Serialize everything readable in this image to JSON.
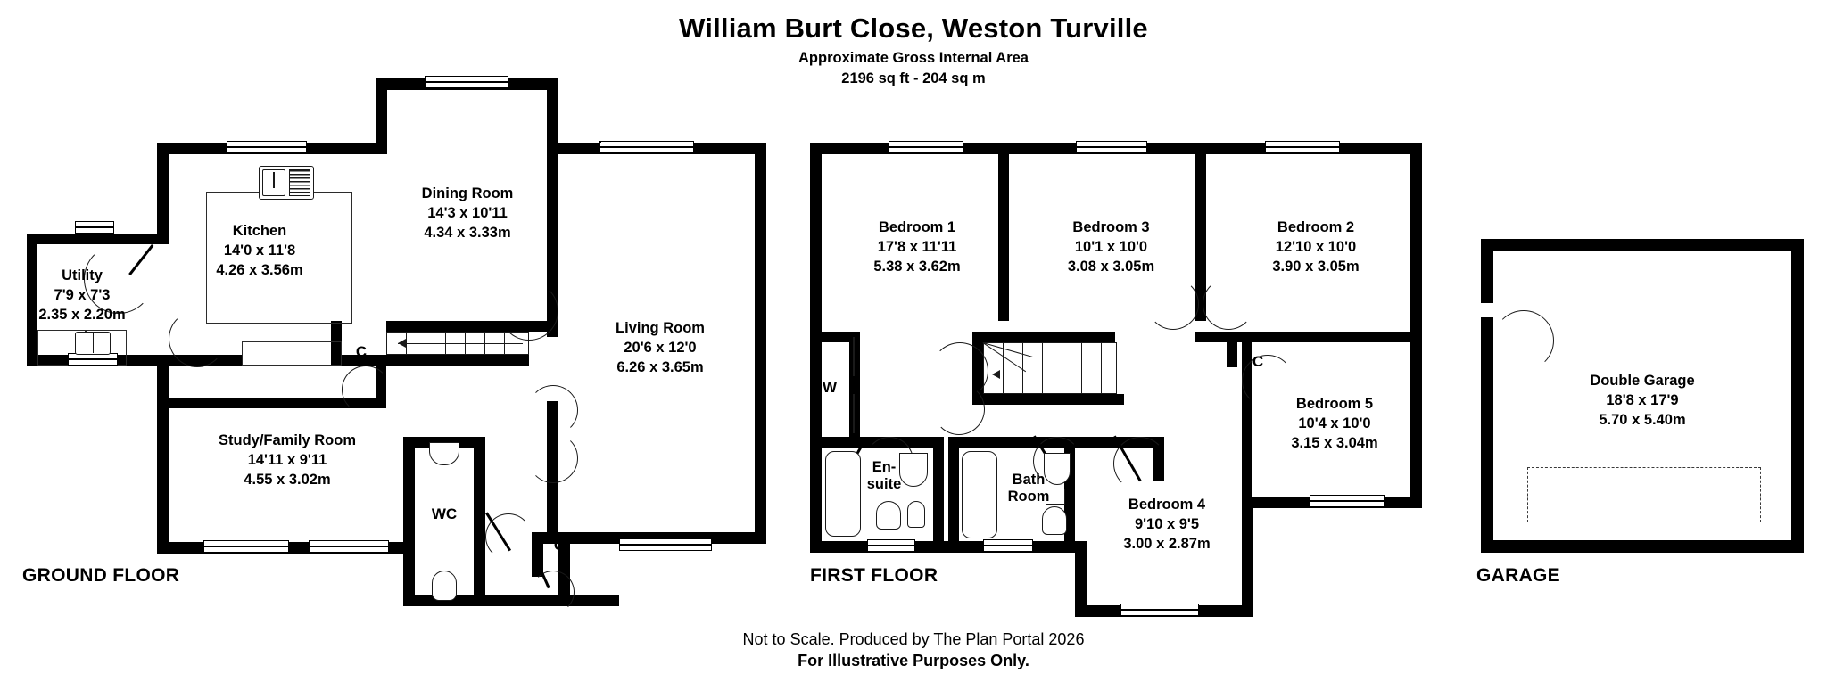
{
  "header": {
    "title": "William Burt Close, Weston Turville",
    "subtitle_1": "Approximate Gross Internal Area",
    "subtitle_2": "2196 sq ft - 204 sq m"
  },
  "footer": {
    "line_1": "Not to Scale. Produced by The Plan Portal 2026",
    "line_2": "For Illustrative Purposes Only."
  },
  "floors": {
    "ground_label": "GROUND FLOOR",
    "first_label": "FIRST FLOOR",
    "garage_label": "GARAGE"
  },
  "ground": {
    "utility": {
      "name": "Utility",
      "imperial": "7'9 x 7'3",
      "metric": "2.35 x 2.20m"
    },
    "kitchen": {
      "name": "Kitchen",
      "imperial": "14'0 x 11'8",
      "metric": "4.26 x 3.56m"
    },
    "dining": {
      "name": "Dining Room",
      "imperial": "14'3 x 10'11",
      "metric": "4.34 x 3.33m"
    },
    "living": {
      "name": "Living Room",
      "imperial": "20'6 x 12'0",
      "metric": "6.26 x 3.65m"
    },
    "study": {
      "name": "Study/Family Room",
      "imperial": "14'11 x 9'11",
      "metric": "4.55 x 3.02m"
    },
    "wc": {
      "name": "WC"
    },
    "cupboard_hall": {
      "name": "C"
    },
    "cupboard_entry": {
      "name": "C"
    }
  },
  "first": {
    "bedroom_1": {
      "name": "Bedroom 1",
      "imperial": "17'8 x 11'11",
      "metric": "5.38 x 3.62m"
    },
    "bedroom_3": {
      "name": "Bedroom 3",
      "imperial": "10'1 x 10'0",
      "metric": "3.08 x 3.05m"
    },
    "bedroom_2": {
      "name": "Bedroom 2",
      "imperial": "12'10 x 10'0",
      "metric": "3.90 x 3.05m"
    },
    "bedroom_5": {
      "name": "Bedroom 5",
      "imperial": "10'4 x 10'0",
      "metric": "3.15 x 3.04m"
    },
    "bedroom_4": {
      "name": "Bedroom 4",
      "imperial": "9'10 x 9'5",
      "metric": "3.00 x 2.87m"
    },
    "ensuite": {
      "line_1": "En-",
      "line_2": "suite"
    },
    "bathroom": {
      "line_1": "Bath",
      "line_2": "Room"
    },
    "wardrobe": {
      "name": "W"
    },
    "cupboard": {
      "name": "C"
    }
  },
  "garage": {
    "double_garage": {
      "name": "Double Garage",
      "imperial": "18'8 x 17'9",
      "metric": "5.70 x 5.40m"
    }
  },
  "colors": {
    "wall": "#000000",
    "page": "#ffffff",
    "thin_line": "#2b2b2b"
  }
}
